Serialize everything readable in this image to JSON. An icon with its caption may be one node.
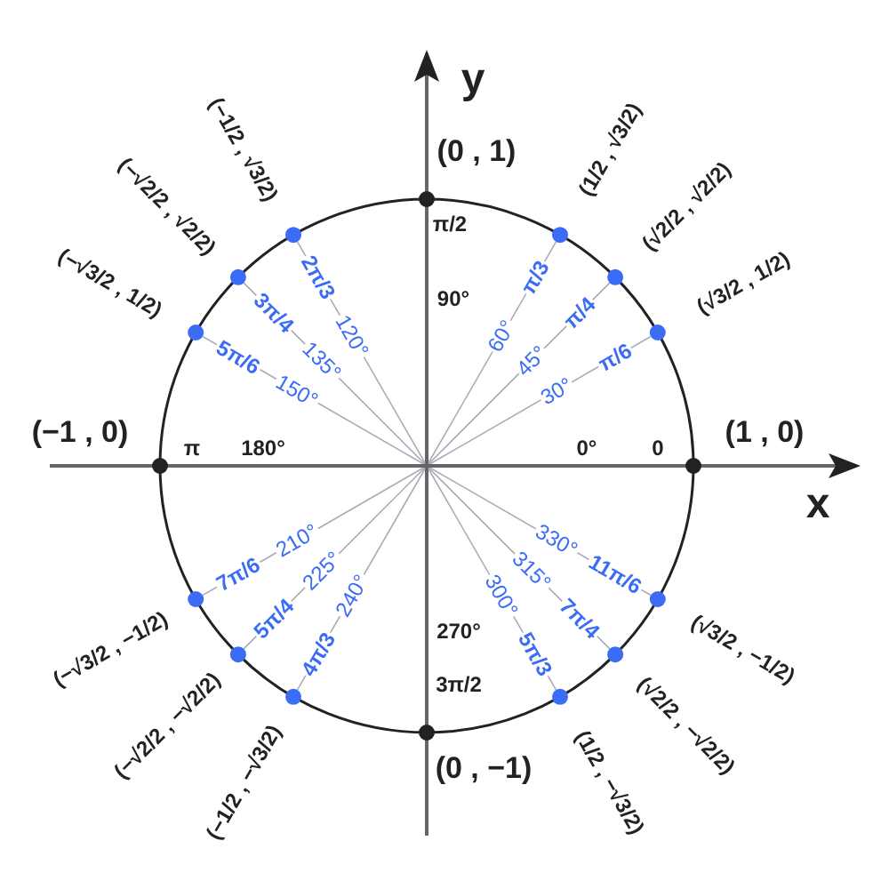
{
  "diagram": {
    "labels": [
      "y",
      "(0 , 1)",
      "(−1/2 , √3/2)",
      "(1/2 , √3/2)",
      "(−√2/2 , √2/2)",
      "(√2/2 , √2/2)",
      "π/2",
      "2π/3",
      "π/3",
      "90°",
      "(−√3/2 , 1/2)",
      "3π/4",
      "π/4",
      "(√3/2 , 1/2)",
      "120°",
      "60°",
      "5π/6",
      "π/6",
      "45°",
      "135°",
      "30°",
      "150°",
      "(−1 , 0)",
      "π",
      "180°",
      "0°",
      "0",
      "(1 , 0)",
      "x",
      "210°",
      "330°",
      "7π/6",
      "11π/6",
      "225°",
      "315°",
      "240°",
      "300°",
      "5π/4",
      "7π/4",
      "(−√3/2 , −1/2)",
      "(√3/2 , −1/2)",
      "4π/3",
      "5π/3",
      "270°",
      "(√2/2 , −√2/2)",
      "(−√2/2 , −√2/2)",
      "3π/2",
      "(0 , −1)",
      "(1/2 , −√3/2)",
      "(−1/2 , −√3/2)"
    ]
  }
}
